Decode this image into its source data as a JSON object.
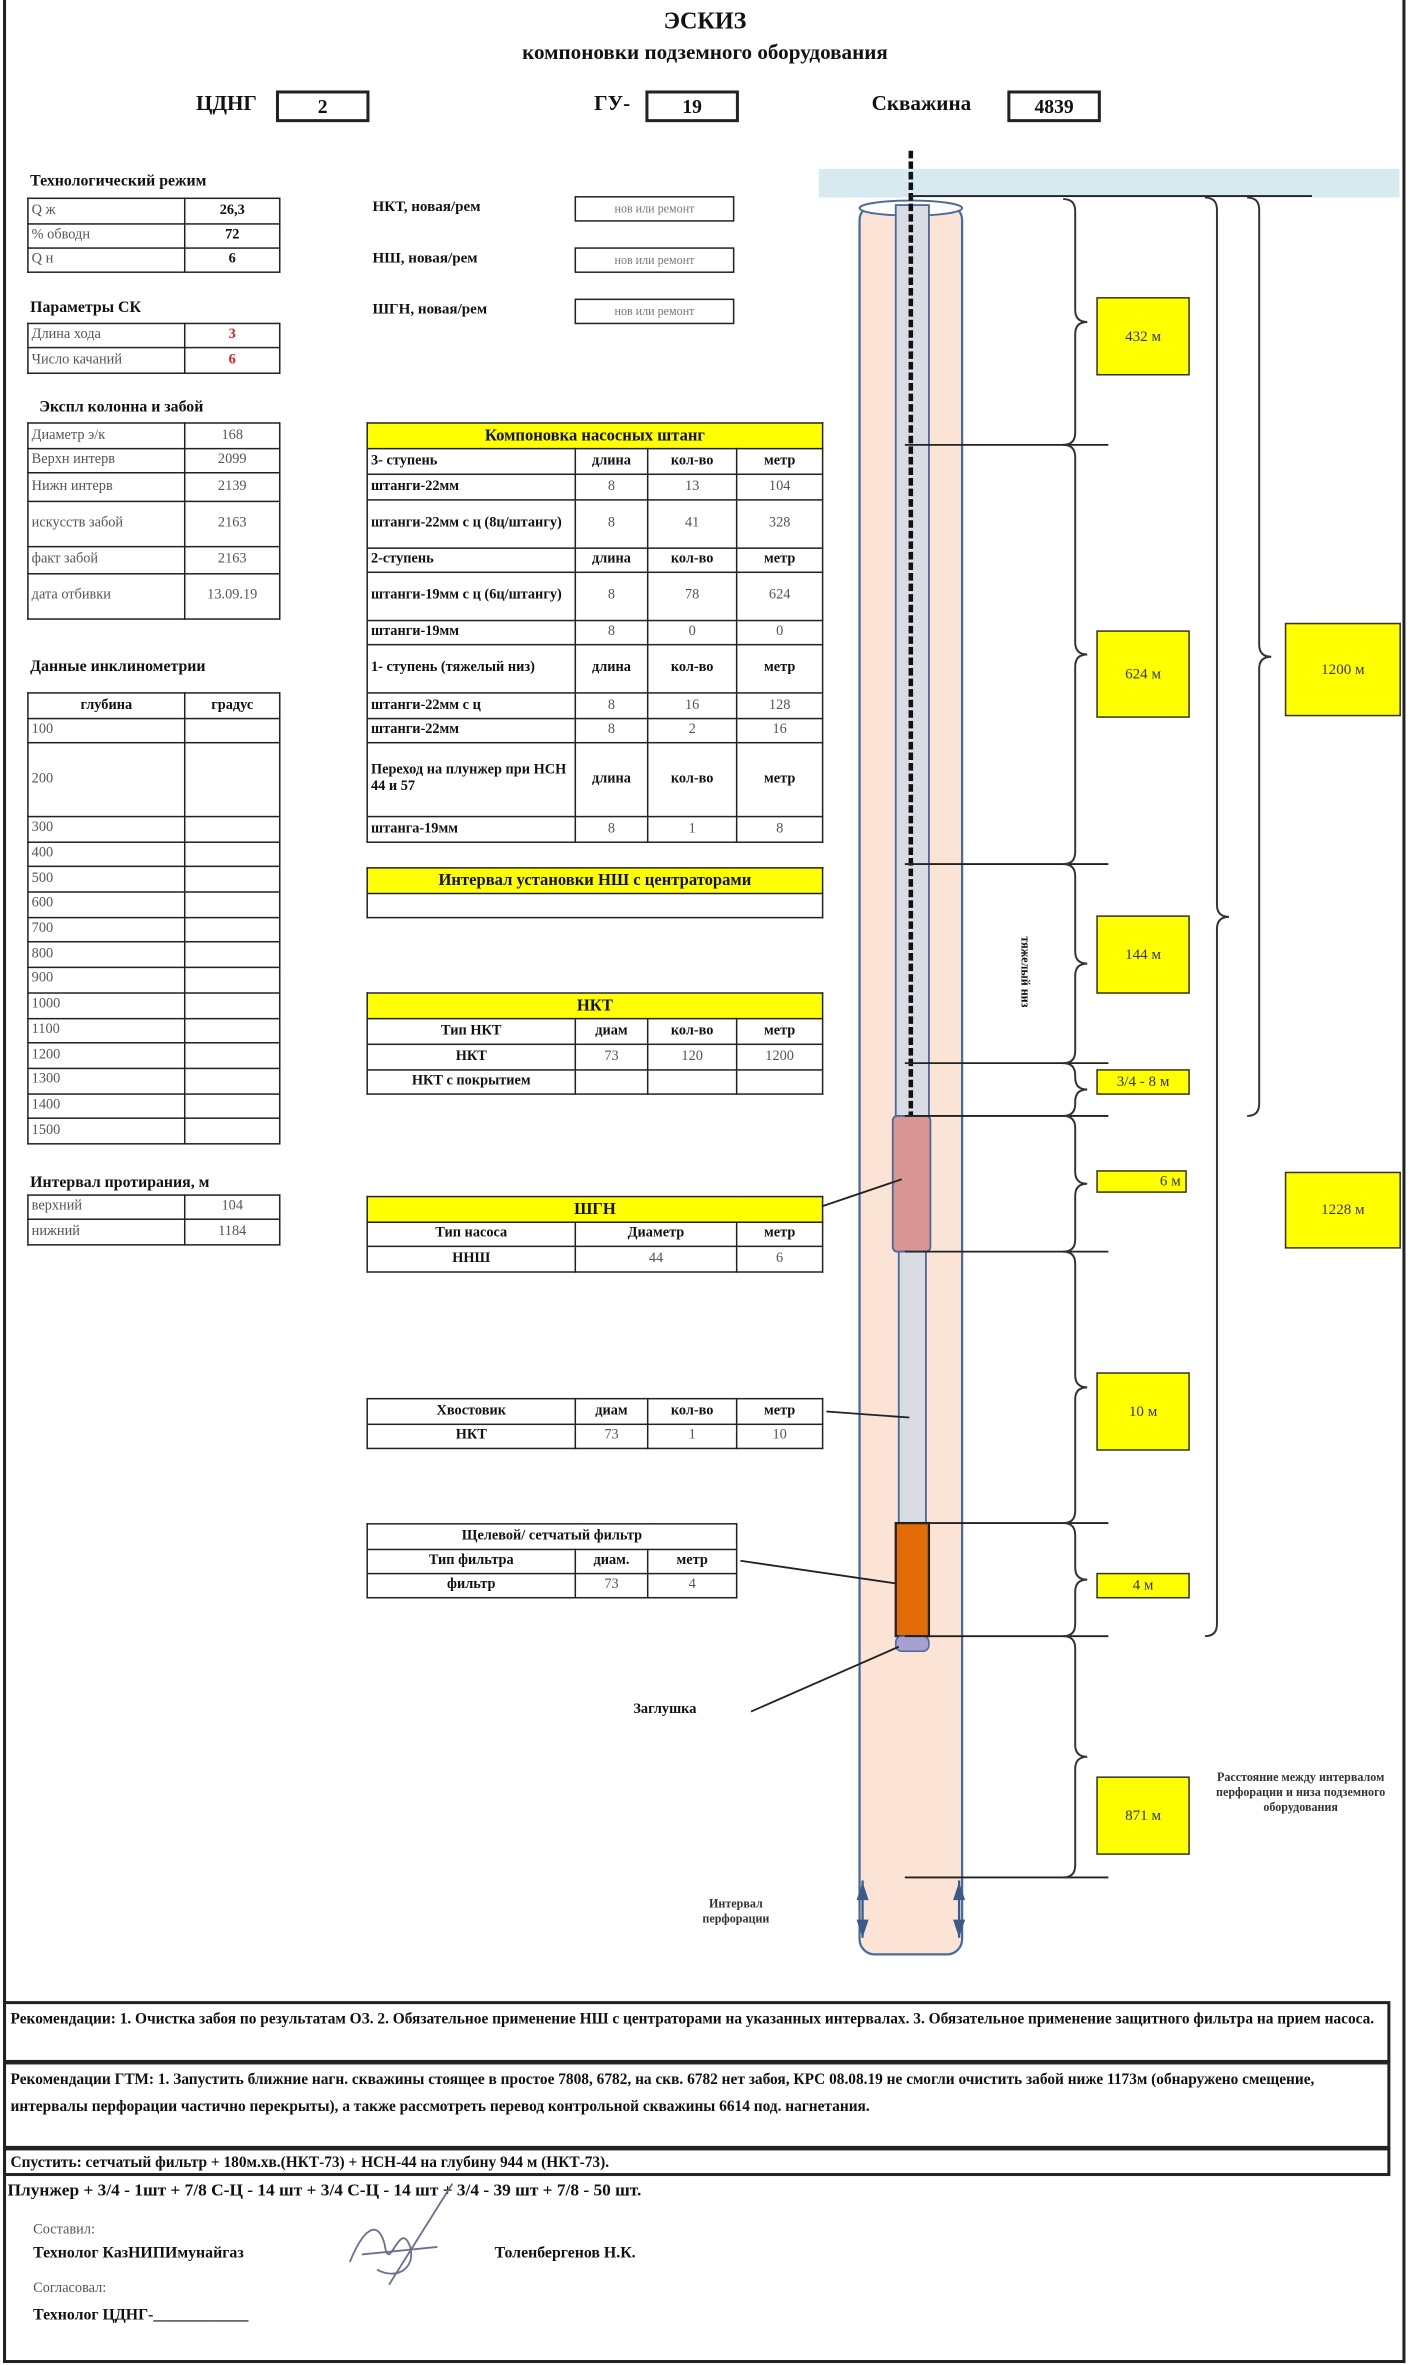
{
  "header": {
    "title": "ЭСКИЗ",
    "subtitle": "компоновки подземного оборудования",
    "cdng_label": "ЦДНГ",
    "cdng_value": "2",
    "gu_label": "ГУ-",
    "gu_value": "19",
    "well_label": "Скважина",
    "well_value": "4839"
  },
  "state_fields": [
    {
      "label": "НКТ, новая/рем",
      "value": "нов или ремонт"
    },
    {
      "label": "НШ, новая/рем",
      "value": "нов или ремонт"
    },
    {
      "label": "ШГН, новая/рем",
      "value": "нов или ремонт"
    }
  ],
  "tables": {
    "tech_mode": {
      "title": "Технологический режим",
      "rows": [
        [
          "Q ж",
          "26,3"
        ],
        [
          "% обводн",
          "72"
        ],
        [
          "Q н",
          "6"
        ]
      ]
    },
    "sk_params": {
      "title": "Параметры СК",
      "rows": [
        [
          "Длина хода",
          "3"
        ],
        [
          "Число качаний",
          "6"
        ]
      ]
    },
    "casing": {
      "title": "Экспл колонна и забой",
      "rows": [
        [
          "Диаметр э/к",
          "168"
        ],
        [
          "Верхн интерв",
          "2099"
        ],
        [
          "Нижн интерв",
          "2139"
        ],
        [
          "искусств забой",
          "2163"
        ],
        [
          "факт забой",
          "2163"
        ],
        [
          "дата отбивки",
          "13.09.19"
        ]
      ]
    },
    "inclinometry": {
      "title": "Данные инклинометрии",
      "headers": [
        "глубина",
        "градус"
      ],
      "rows": [
        [
          "100",
          ""
        ],
        [
          "200",
          ""
        ],
        [
          "300",
          ""
        ],
        [
          "400",
          ""
        ],
        [
          "500",
          ""
        ],
        [
          "600",
          ""
        ],
        [
          "700",
          ""
        ],
        [
          "800",
          ""
        ],
        [
          "900",
          ""
        ],
        [
          "1000",
          ""
        ],
        [
          "1100",
          ""
        ],
        [
          "1200",
          ""
        ],
        [
          "1300",
          ""
        ],
        [
          "1400",
          ""
        ],
        [
          "1500",
          ""
        ]
      ]
    },
    "rub_interval": {
      "title": "Интервал протирания, м",
      "rows": [
        [
          "верхний",
          "104"
        ],
        [
          "нижний",
          "1184"
        ]
      ]
    },
    "rods": {
      "title": "Компоновка насосных штанг",
      "rows": [
        [
          "3- ступень",
          "длина",
          "кол-во",
          "метр"
        ],
        [
          "штанги-22мм",
          "8",
          "13",
          "104"
        ],
        [
          "штанги-22мм с ц (8ц/штангу)",
          "8",
          "41",
          "328"
        ],
        [
          "2-ступень",
          "длина",
          "кол-во",
          "метр"
        ],
        [
          "штанги-19мм с ц (6ц/штангу)",
          "8",
          "78",
          "624"
        ],
        [
          "штанги-19мм",
          "8",
          "0",
          "0"
        ],
        [
          "1- ступень (тяжелый низ)",
          "длина",
          "кол-во",
          "метр"
        ],
        [
          "штанги-22мм с ц",
          "8",
          "16",
          "128"
        ],
        [
          "штанги-22мм",
          "8",
          "2",
          "16"
        ],
        [
          "Переход на плунжер при НСН 44 и 57",
          "длина",
          "кол-во",
          "метр"
        ],
        [
          "штанга-19мм",
          "8",
          "1",
          "8"
        ]
      ]
    },
    "centralizers": {
      "title": "Интервал установки НШ с центраторами",
      "rows": [
        [
          ""
        ]
      ]
    },
    "nkt": {
      "title": "НКТ",
      "rows": [
        [
          "Тип НКТ",
          "диам",
          "кол-во",
          "метр"
        ],
        [
          "НКТ",
          "73",
          "120",
          "1200"
        ],
        [
          "НКТ с покрытием",
          "",
          "",
          ""
        ]
      ]
    },
    "pump": {
      "title": "ШГН",
      "rows": [
        [
          "Тип насоса",
          "Диаметр",
          "метр"
        ],
        [
          "ННШ",
          "44",
          "6"
        ]
      ]
    },
    "tail": {
      "rows": [
        [
          "Хвостовик",
          "диам",
          "кол-во",
          "метр"
        ],
        [
          "НКТ",
          "73",
          "1",
          "10"
        ]
      ]
    },
    "filter": {
      "title": "Щелевой/ сетчатый фильтр",
      "rows": [
        [
          "Тип фильтра",
          "диам.",
          "метр"
        ],
        [
          "фильтр",
          "73",
          "4"
        ]
      ]
    }
  },
  "diagram": {
    "segments": [
      "432 м",
      "624 м",
      "144 м",
      "3/4 - 8 м",
      "6 м",
      "10 м",
      "4 м",
      "871 м"
    ],
    "totals": [
      "1200 м",
      "1228 м"
    ],
    "heavy_bottom_label": "тяжелый низ",
    "plug_label": "Заглушка",
    "perforation_label": "Интервал перфорации",
    "distance_note": "Расстояние между интервалом перфорации и низа подземного оборудования",
    "colors": {
      "casing_fill": "#fbe3d6",
      "pump": "#d99694",
      "filter": "#e36c09",
      "tubing": "#d9dde3",
      "label": "#ffff00",
      "surface": "#d6eaf0"
    }
  },
  "recommendations": {
    "rec1": "Рекомендации: 1. Очистка забоя по результатам ОЗ. 2. Обязательное применение НШ с центраторами на указанных интервалах. 3. Обязательное применение защитного фильтра на прием насоса.",
    "rec2": "Рекомендации ГТМ: 1. Запустить ближние нагн. скважины стоящее в простое 7808, 6782, на скв. 6782 нет забоя, КРС 08.08.19 не смогли очистить забой ниже 1173м (обнаружено смещение, интервалы перфорации частично перекрыты), а также рассмотреть перевод контрольной скважины 6614 под. нагнетания.",
    "rec3": "Спустить: сетчатый фильтр + 180м.хв.(НКТ-73) + НСН-44 на глубину 944 м (НКТ-73).",
    "plunger": "Плунжер + 3/4 - 1шт + 7/8 С-Ц - 14 шт + 3/4 С-Ц - 14 шт + 3/4 - 39 шт + 7/8 - 50 шт."
  },
  "signatures": {
    "composed_label": "Составил:",
    "composed_role": "Технолог КазНИПИмунайгаз",
    "composed_name": "Толенбергенов Н.К.",
    "agreed_label": "Согласовал:",
    "agreed_role": "Технолог ЦДНГ-____________"
  }
}
